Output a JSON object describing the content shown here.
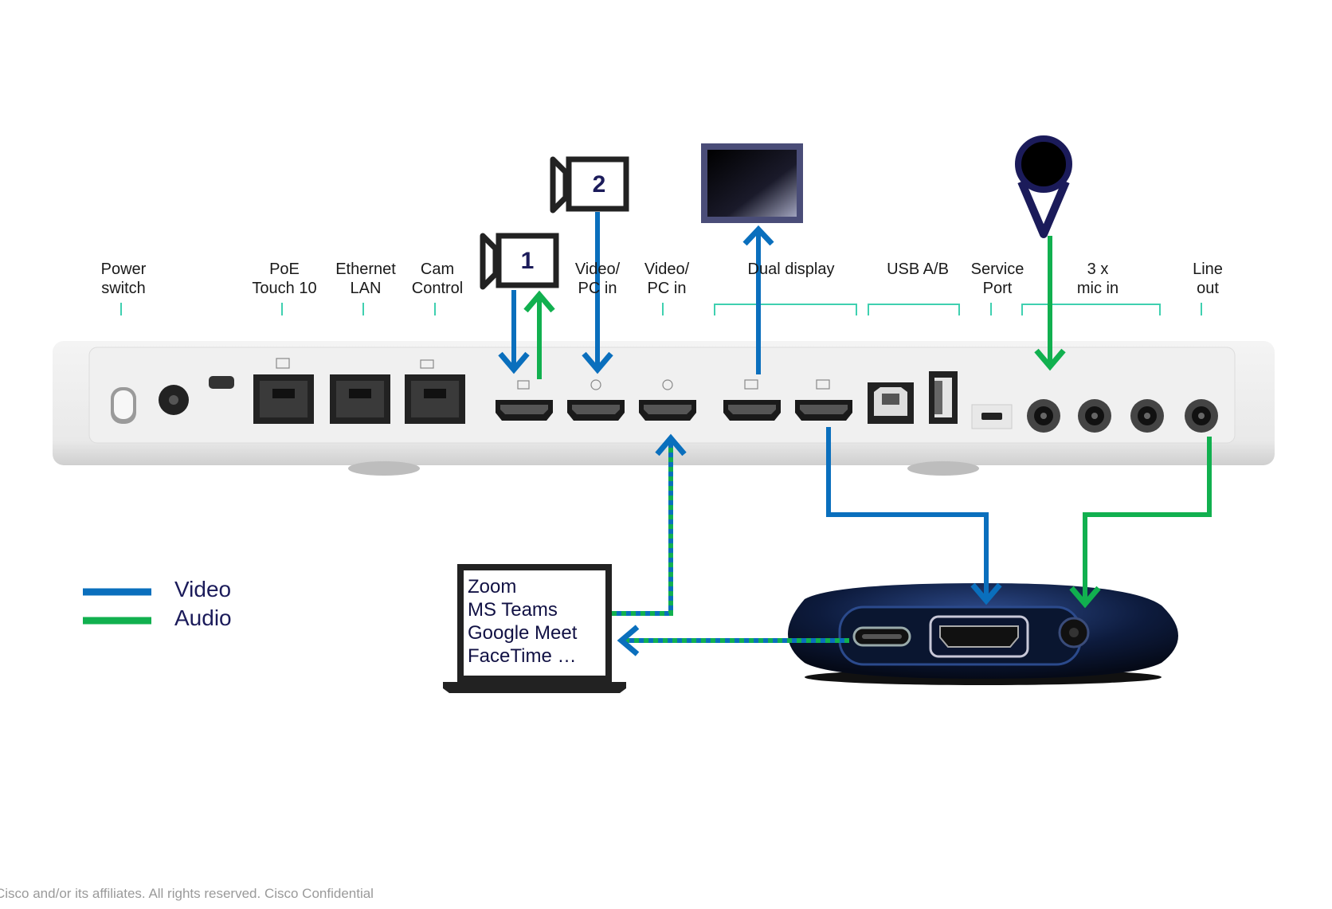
{
  "port_labels": {
    "power_switch": [
      "Power",
      "switch"
    ],
    "poe_touch": [
      "PoE",
      "Touch 10"
    ],
    "ethernet_lan": [
      "Ethernet",
      "LAN"
    ],
    "cam_control": [
      "Cam",
      "Control"
    ],
    "video_pc_in_2": [
      "Video/",
      "PC in"
    ],
    "video_pc_in_3": [
      "Video/",
      "PC in"
    ],
    "dual_display": [
      "Dual display"
    ],
    "usb_ab": [
      "USB A/B"
    ],
    "service_port": [
      "Service",
      "Port"
    ],
    "mic_in": [
      "3 x",
      "mic in"
    ],
    "line_out": [
      "Line",
      "out"
    ]
  },
  "cameras": {
    "cam1": "1",
    "cam2": "2"
  },
  "laptop_apps": [
    "Zoom",
    "MS Teams",
    "Google Meet",
    "FaceTime …"
  ],
  "legend": [
    {
      "label": "Video",
      "color": "#0a6fbd"
    },
    {
      "label": "Audio",
      "color": "#11b04f"
    }
  ],
  "colors": {
    "video": "#0a6fbd",
    "audio": "#11b04f",
    "navy": "#1b1b5a"
  },
  "footer": "Cisco and/or its affiliates. All rights reserved.   Cisco Confidential"
}
